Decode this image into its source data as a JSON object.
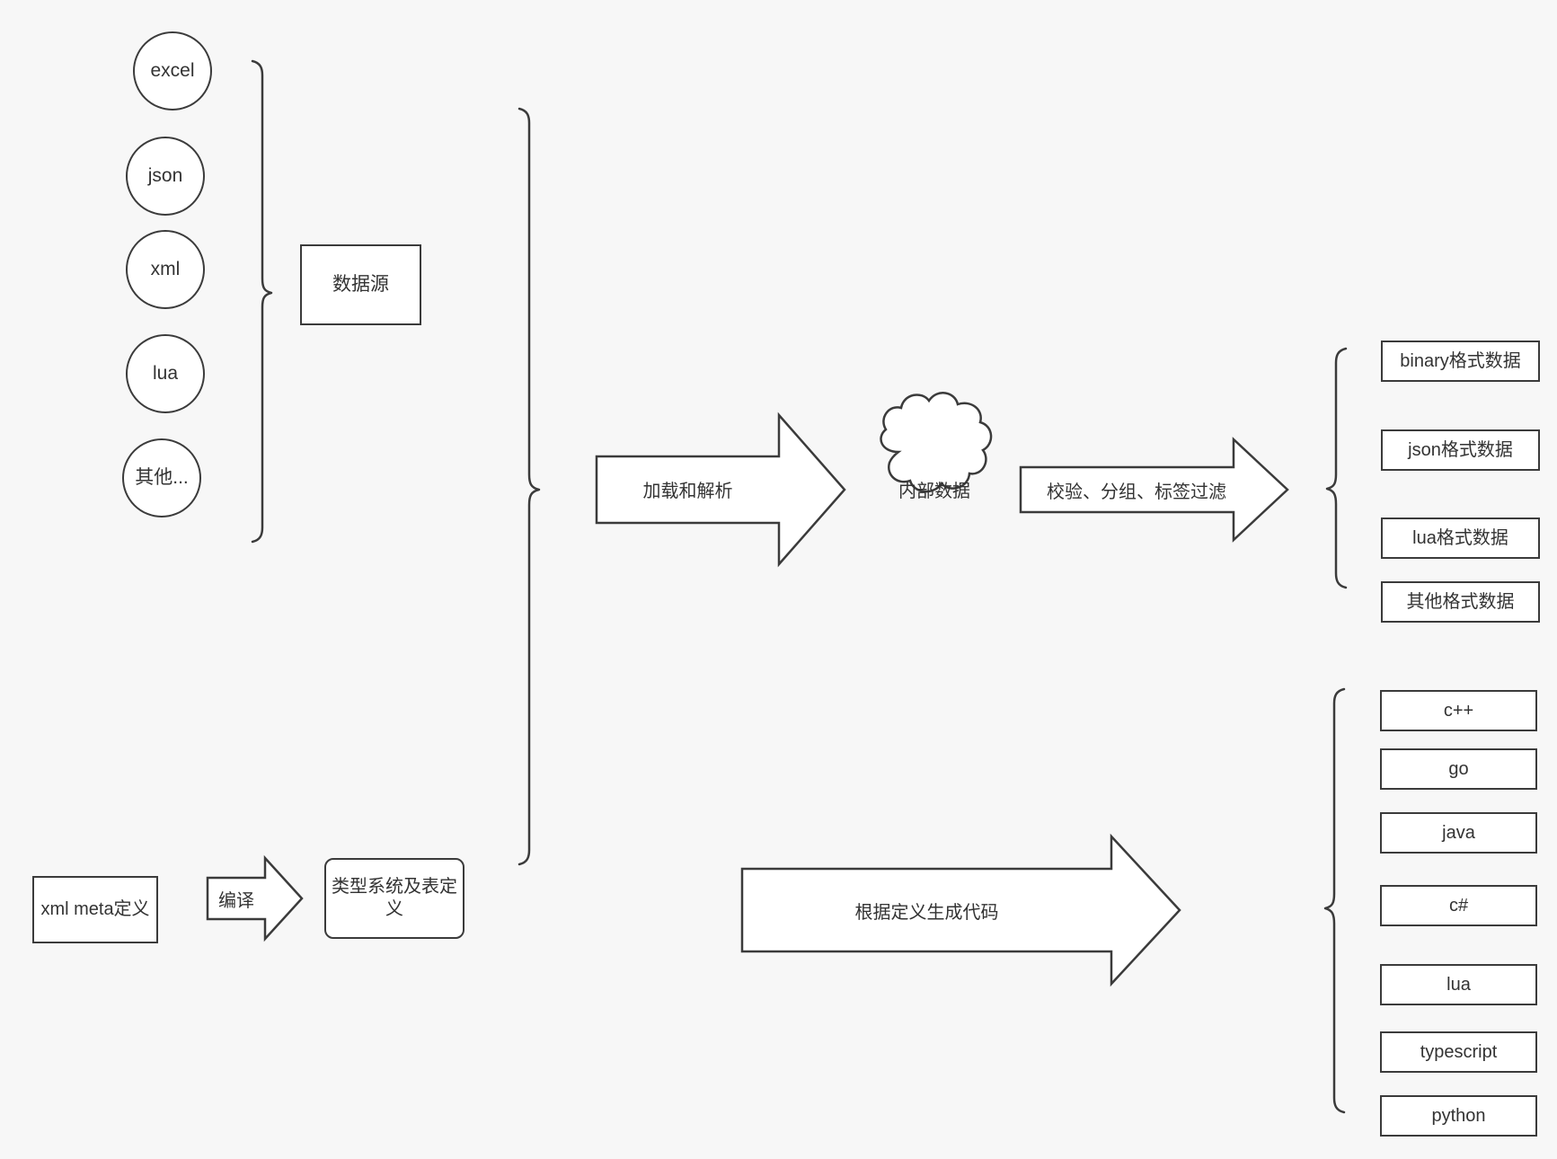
{
  "diagram": {
    "title": "data pipeline architecture",
    "background_color": "#f7f7f7",
    "stroke_color": "#3b3b3b",
    "fill_color": "#ffffff",
    "text_color": "#333333"
  },
  "data_sources": {
    "group_label": "数据源",
    "items": [
      {
        "label": "excel"
      },
      {
        "label": "json"
      },
      {
        "label": "xml"
      },
      {
        "label": "lua"
      },
      {
        "label": "其他..."
      }
    ]
  },
  "schema": {
    "input_label": "xml meta定义",
    "compile_arrow_label": "编译",
    "output_label": "类型系统及表定义"
  },
  "pipeline": {
    "load_arrow_label": "加载和解析",
    "cloud_label": "内部数据",
    "filter_arrow_label": "校验、分组、标签过滤",
    "codegen_arrow_label": "根据定义生成代码"
  },
  "output_formats": {
    "items": [
      {
        "label": "binary格式数据"
      },
      {
        "label": "json格式数据"
      },
      {
        "label": "lua格式数据"
      },
      {
        "label": "其他格式数据"
      }
    ]
  },
  "target_languages": {
    "items": [
      {
        "label": "c++"
      },
      {
        "label": "go"
      },
      {
        "label": "java"
      },
      {
        "label": "c#"
      },
      {
        "label": "lua"
      },
      {
        "label": "typescript"
      },
      {
        "label": "python"
      }
    ]
  }
}
